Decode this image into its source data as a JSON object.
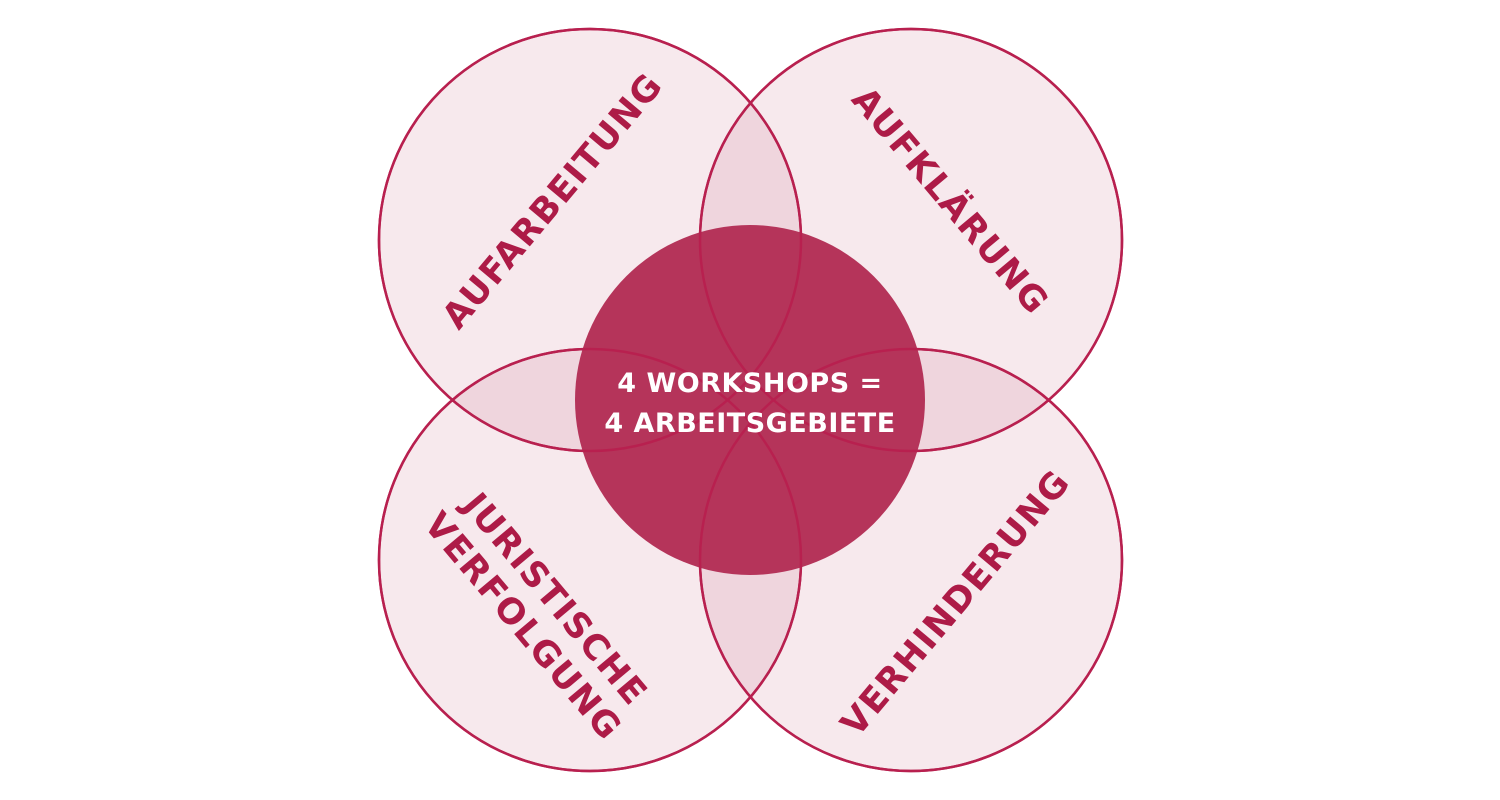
{
  "diagram": {
    "center": {
      "line1": "4 WORKSHOPS =",
      "line2": "4 ARBEITSGEBIETE"
    },
    "areas": {
      "top_left": {
        "line1": "AUFARBEITUNG"
      },
      "top_right": {
        "line1": "AUFKLÄRUNG"
      },
      "bottom_left": {
        "line1": "JURISTISCHE",
        "line2": "VERFOLGUNG"
      },
      "bottom_right": {
        "line1": "VERHINDERUNG"
      }
    },
    "colors": {
      "accent": "#b5345a",
      "stroke": "#b8204f",
      "label": "#ad1b47",
      "fill_light": "#f6e9ed"
    }
  }
}
